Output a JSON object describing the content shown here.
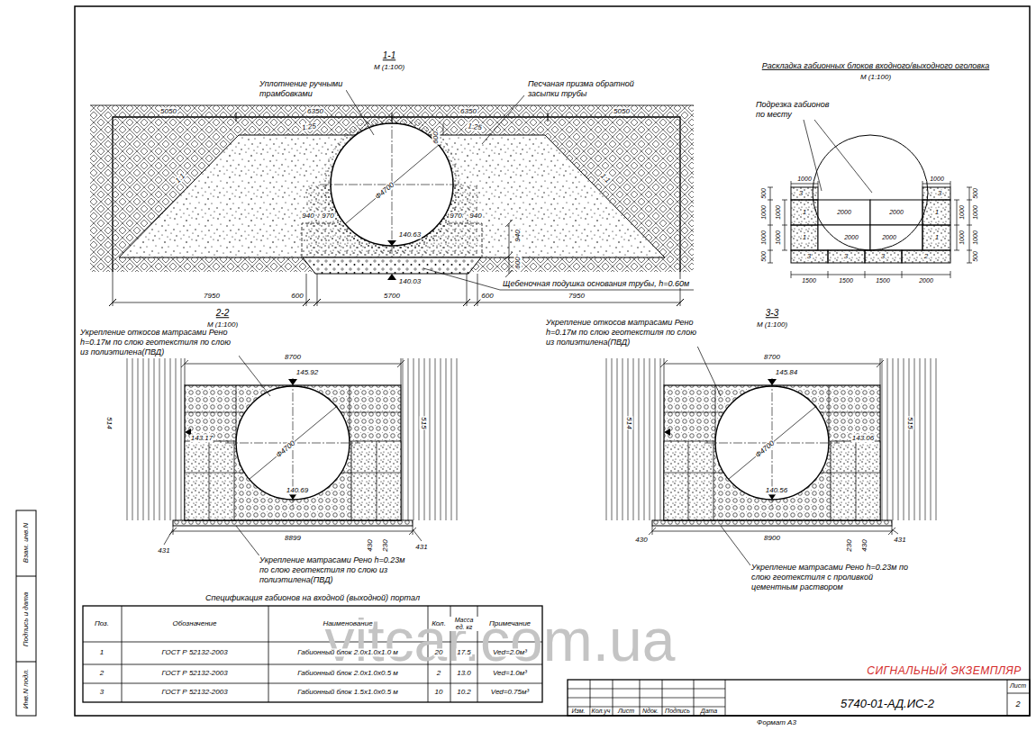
{
  "diagram": {
    "labels": [
      "1-1",
      "М (1:100)",
      "Уплотнение ручными трамбовками",
      "Песчаная призма обратной засыпки трубы",
      "5050",
      "6350",
      "6350",
      "5050",
      "1:25",
      "1:25",
      "600",
      "1:1",
      "1:1",
      "940",
      "970",
      "Ф4700",
      "970",
      "940",
      "140.63",
      "940",
      "600",
      "140.03",
      "Щебеночная подушка основания трубы, h=0.60м",
      "7950",
      "600",
      "5700",
      "600",
      "7950",
      "Раскладка габионных блоков входного/выходного оголовка",
      "М (1:100)",
      "Подрезка габионов по месту",
      "1000",
      "1000",
      "500",
      "1000",
      "1000",
      "500",
      "1000",
      "1000",
      "500",
      "1000",
      "1000",
      "500",
      "1000",
      "1000",
      "3",
      "3",
      "1",
      "2000",
      "2000",
      "1",
      "1",
      "2000",
      "2000",
      "1",
      "3",
      "3",
      "3",
      "2",
      "1500",
      "1500",
      "1500",
      "2000",
      "2-2",
      "М (1:100)",
      "Укрепление откосов матрасами Рено h=0.17м по слою геотекстиля по слою из полиэтилена(ПВД)",
      "8700",
      "145.92",
      "143.17",
      "Ф4700",
      "140.69",
      "514",
      "515",
      "431",
      "8899",
      "430",
      "230",
      "431",
      "Укрепление матрасами Рено h=0.23м по слою геотекстиля по слою из полиэтилена(ПВД)",
      "3-3",
      "М (1:100)",
      "Укрепление откосов матрасами Рено h=0.17м по слою геотекстиля по слою из полиэтилена(ПВД)",
      "8700",
      "145.84",
      "143.06",
      "Ф4700",
      "140.56",
      "514",
      "515",
      "430",
      "8900",
      "230",
      "430",
      "431",
      "Укрепление матрасами Рено h=0.23м по слою геотекстиля с проливкой цементным раствором",
      "Спецификация габионов на входной (выходной) портал",
      "Поз.",
      "Обозначение",
      "Наименование",
      "Кол.",
      "Масса ед. кг",
      "Примечание",
      "1",
      "ГОСТ Р 52132-2003",
      "Габионный блок 2.0х1.0х1.0 м",
      "20",
      "17.5",
      "Ved=2.0м³",
      "2",
      "ГОСТ Р 52132-2003",
      "Габионный блок 2.0х1.0х0.5 м",
      "2",
      "13.0",
      "Ved=1.0м³",
      "3",
      "ГОСТ Р 52132-2003",
      "Габионный блок 1.5х1.0х0.5 м",
      "10",
      "10.2",
      "Ved=0.75м³",
      "vitcar.com.ua",
      "СИГНАЛЬНЫЙ ЭКЗЕМПЛЯР",
      "5740-01-АД.ИС-2",
      "Лист",
      "2",
      "Изм.",
      "Кол.уч",
      "Лист",
      "Nдок.",
      "Подпись",
      "Дата",
      "Формат А3",
      "Взам. инв.N",
      "Подпись и дата",
      "Инв.N подл."
    ]
  }
}
